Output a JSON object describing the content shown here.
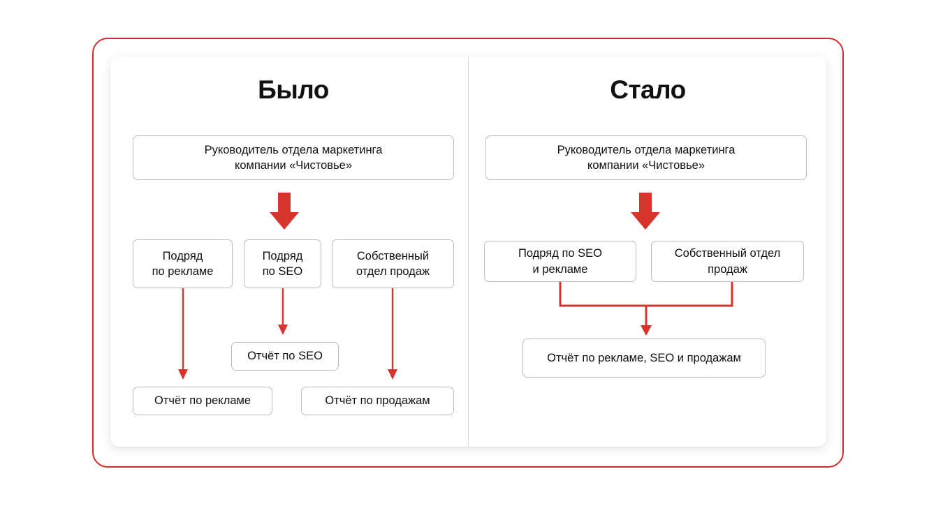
{
  "theme": {
    "accent_red": "#D12B2B",
    "arrow_red": "#D8342E",
    "box_border": "#BEBEBE",
    "divider": "#D8D8D8",
    "text": "#111111",
    "background": "#FFFFFF"
  },
  "panels": {
    "left": {
      "title": "Было",
      "head": "Руководитель отдела маркетинга компании «Чистовье»",
      "head_line1": "Руководитель отдела маркетинга",
      "head_line2": "компании «Чистовье»",
      "nodes": [
        {
          "line1": "Подряд",
          "line2": "по рекламе"
        },
        {
          "line1": "Подряд",
          "line2": "по SEO"
        },
        {
          "line1": "Собственный",
          "line2": "отдел продаж"
        }
      ],
      "reports": [
        {
          "label": "Отчёт по SEO"
        },
        {
          "label": "Отчёт по рекламе"
        },
        {
          "label": "Отчёт по продажам"
        }
      ]
    },
    "right": {
      "title": "Стало",
      "head": "Руководитель отдела маркетинга компании «Чистовье»",
      "head_line1": "Руководитель отдела маркетинга",
      "head_line2": "компании «Чистовье»",
      "nodes": [
        {
          "line1": "Подряд по SEO",
          "line2": "и рекламе"
        },
        {
          "line1": "Собственный отдел",
          "line2": "продаж"
        }
      ],
      "reports": [
        {
          "label": "Отчёт по рекламе,  SEO и продажам"
        }
      ]
    }
  },
  "icons": {
    "block_arrow_down": "down-block-arrow",
    "thin_arrow_down": "down-thin-arrow",
    "bracket_merge": "merge-bracket-connector"
  }
}
